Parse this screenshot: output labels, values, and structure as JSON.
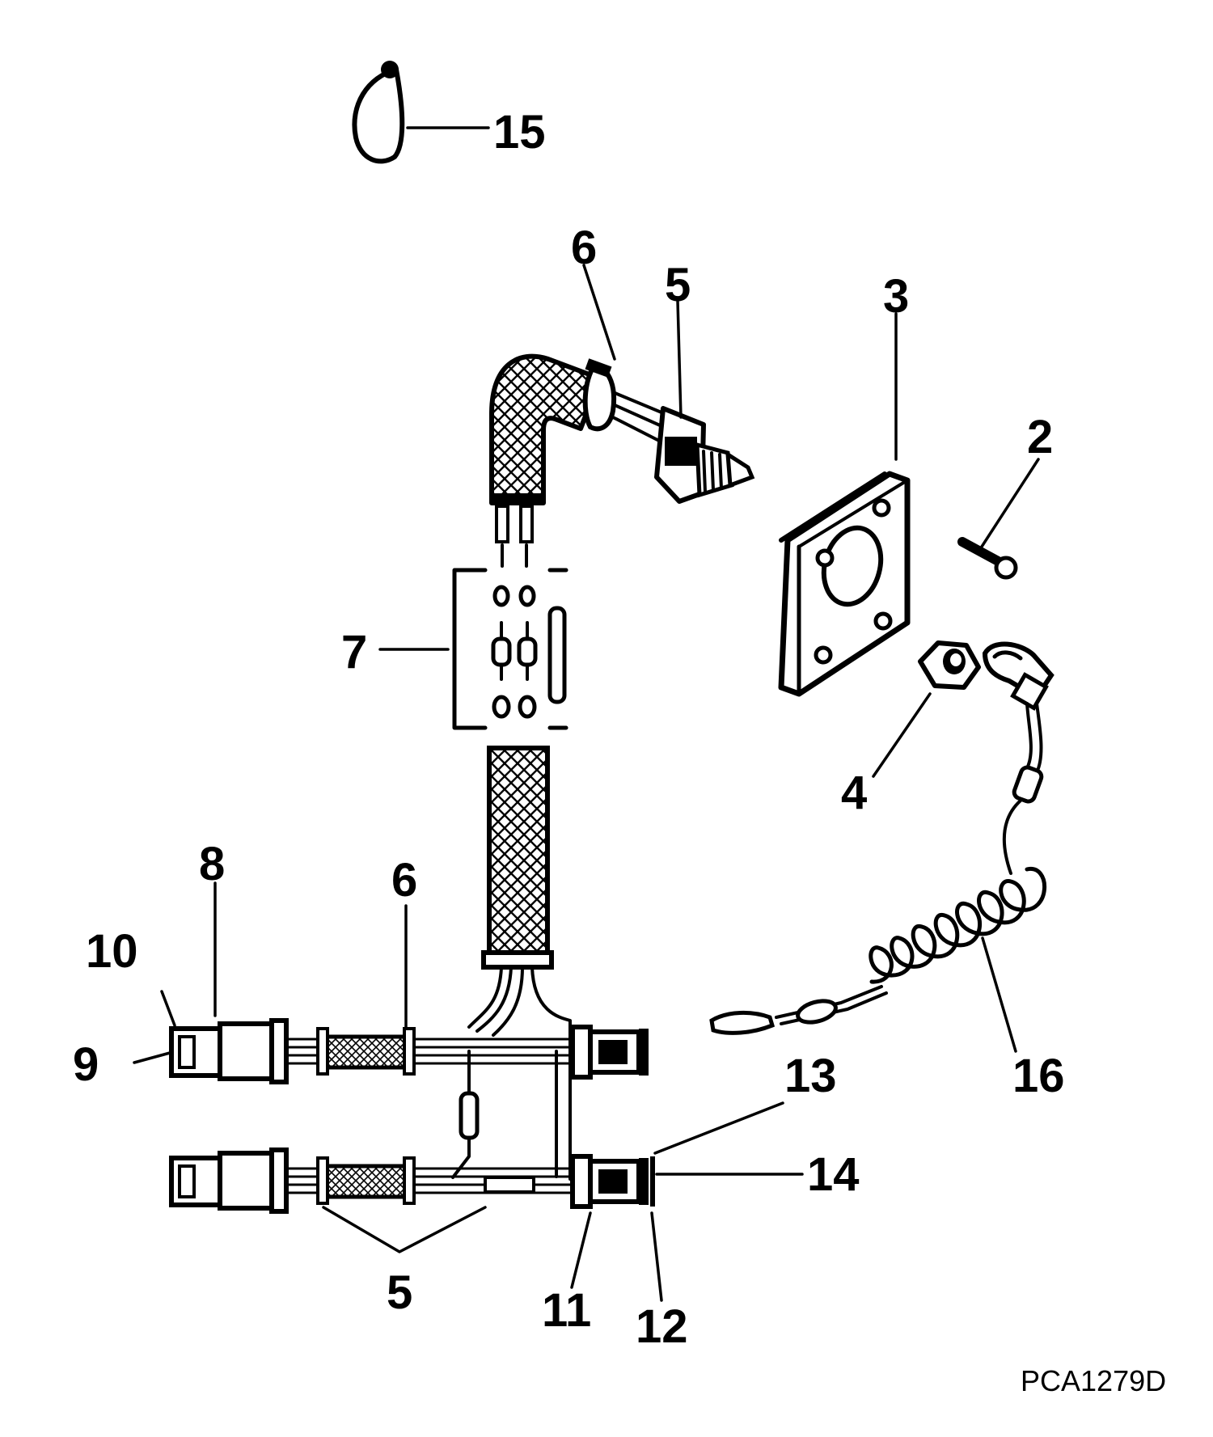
{
  "diagram": {
    "figure_code": "PCA1279D",
    "callouts": {
      "c2": "2",
      "c3": "3",
      "c4": "4",
      "c5_top": "5",
      "c5_bottom": "5",
      "c6_top": "6",
      "c6_bottom": "6",
      "c7": "7",
      "c8": "8",
      "c9": "9",
      "c10": "10",
      "c11": "11",
      "c12": "12",
      "c13": "13",
      "c14": "14",
      "c15": "15",
      "c16": "16"
    }
  }
}
